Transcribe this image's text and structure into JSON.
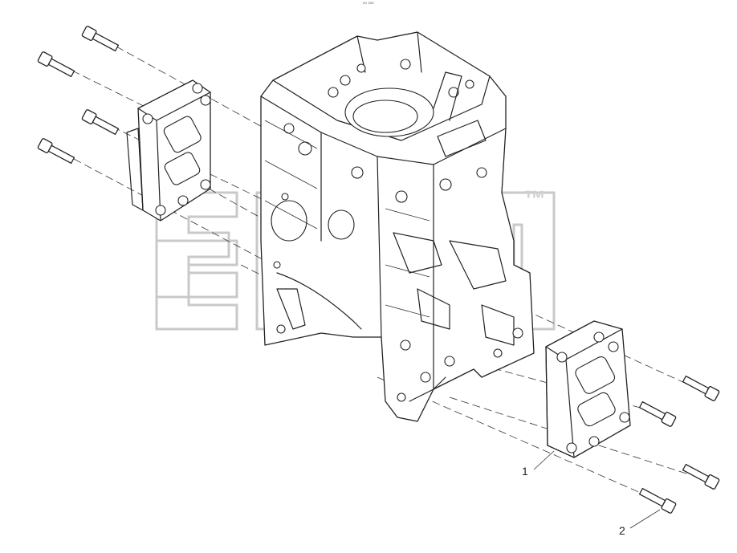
{
  "diagram": {
    "callouts": [
      {
        "id": "1",
        "label": "1"
      },
      {
        "id": "2",
        "label": "2"
      }
    ],
    "watermark": {
      "trademark": "™"
    },
    "header_mark": "⁰⁰ ⁰⁰⁰",
    "colors": {
      "line": "#222222",
      "watermark": "#c9c9c9",
      "background": "#ffffff"
    },
    "parts": [
      {
        "name": "engine-block",
        "icon": "engine-block-icon"
      },
      {
        "name": "bracket-left",
        "icon": "bracket-icon"
      },
      {
        "name": "bracket-right",
        "icon": "bracket-icon"
      },
      {
        "name": "bolt",
        "icon": "bolt-icon"
      }
    ]
  }
}
